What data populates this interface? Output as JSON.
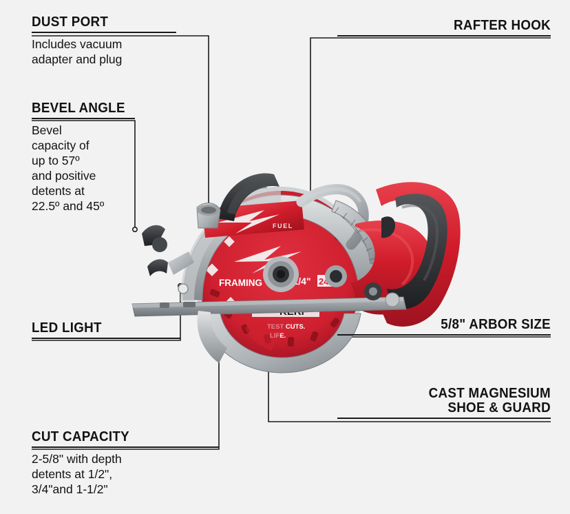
{
  "page": {
    "background_color": "#f2f2f2",
    "text_color": "#121212",
    "line_color": "#1a1a1a"
  },
  "product": {
    "name": "rear-handle circular saw",
    "brand_badge": "FUEL",
    "blade_text_primary": "FRAMING",
    "blade_size": "7-1/4\"",
    "blade_teeth": "24T",
    "blade_text_secondary": "KERF",
    "blade_text_tertiary": "TEST CUTS.",
    "blade_text_quaternary": "LIFE.",
    "colors": {
      "red": "#d01c2a",
      "red_dark": "#9e1220",
      "red_light": "#e8404d",
      "gray_housing": "#b9bcbe",
      "gray_housing_dark": "#8d9296",
      "gray_shoe": "#91979b",
      "black_grip": "#3a3c3f",
      "black_grip_dark": "#232528",
      "blade_body": "#cf2030",
      "blade_steel": "#cfd2d4"
    }
  },
  "callouts": [
    {
      "id": "dust-port",
      "title": "DUST PORT",
      "body": "Includes vacuum\nadapter and plug",
      "align": "left"
    },
    {
      "id": "bevel-angle",
      "title": "BEVEL ANGLE",
      "body": "Bevel\ncapacity of\nup to 57º\nand positive\ndetents at\n22.5º and 45º",
      "align": "left"
    },
    {
      "id": "led-light",
      "title": "LED LIGHT",
      "body": "",
      "align": "left"
    },
    {
      "id": "cut-capacity",
      "title": "CUT CAPACITY",
      "body": "2-5/8\" with depth\ndetents at 1/2\",\n3/4\"and 1-1/2\"",
      "align": "left"
    },
    {
      "id": "rafter-hook",
      "title": "RAFTER HOOK",
      "body": "",
      "align": "right"
    },
    {
      "id": "arbor-size",
      "title": "5/8\" ARBOR SIZE",
      "body": "",
      "align": "right"
    },
    {
      "id": "cast-magnesium",
      "title_line_1": "CAST MAGNESIUM",
      "title_line_2": "SHOE & GUARD",
      "body": "",
      "align": "right"
    }
  ]
}
